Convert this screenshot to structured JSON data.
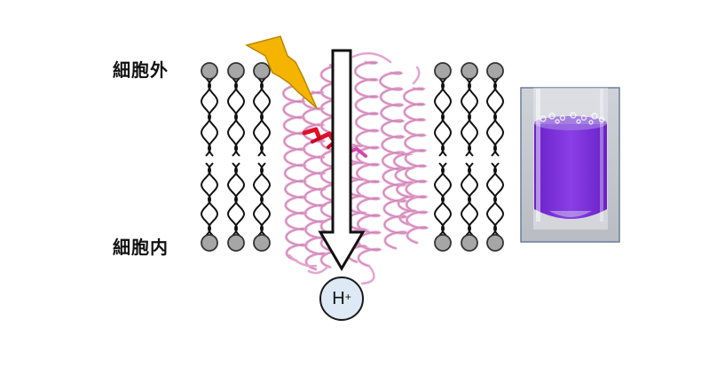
{
  "labels": {
    "outside": "細胞外",
    "inside": "細胞内"
  },
  "proton": {
    "symbol": "H",
    "charge": "+"
  },
  "colors": {
    "lipid_head": "#a6a6a6",
    "protein_ribbon": "#e6a4cf",
    "retinal": "#e0102a",
    "lightning": "#f5b400",
    "proton_fill": "#dde9f5",
    "vial_liquid": "#7a33d6"
  },
  "icons": {
    "light": "lightning-bolt-icon",
    "flow": "down-arrow-icon"
  }
}
